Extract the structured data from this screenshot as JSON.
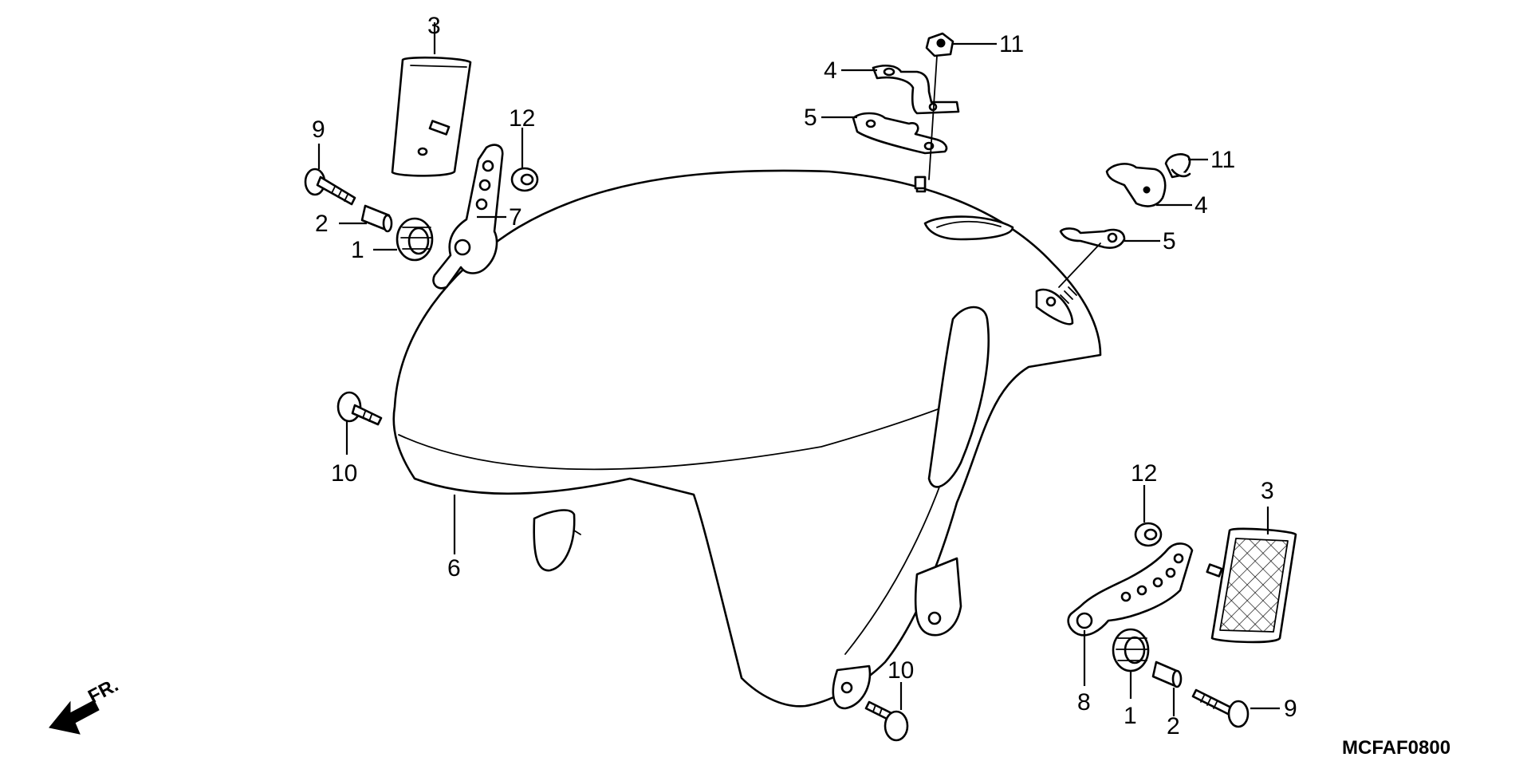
{
  "diagram": {
    "code": "MCFAF0800",
    "front_indicator": "FR."
  },
  "callouts": {
    "c1a": "1",
    "c1b": "1",
    "c2a": "2",
    "c2b": "2",
    "c3a": "3",
    "c3b": "3",
    "c4a": "4",
    "c4b": "4",
    "c5a": "5",
    "c5b": "5",
    "c6": "6",
    "c7": "7",
    "c8": "8",
    "c9a": "9",
    "c9b": "9",
    "c10a": "10",
    "c10b": "10",
    "c11a": "11",
    "c11b": "11",
    "c12a": "12",
    "c12b": "12"
  }
}
